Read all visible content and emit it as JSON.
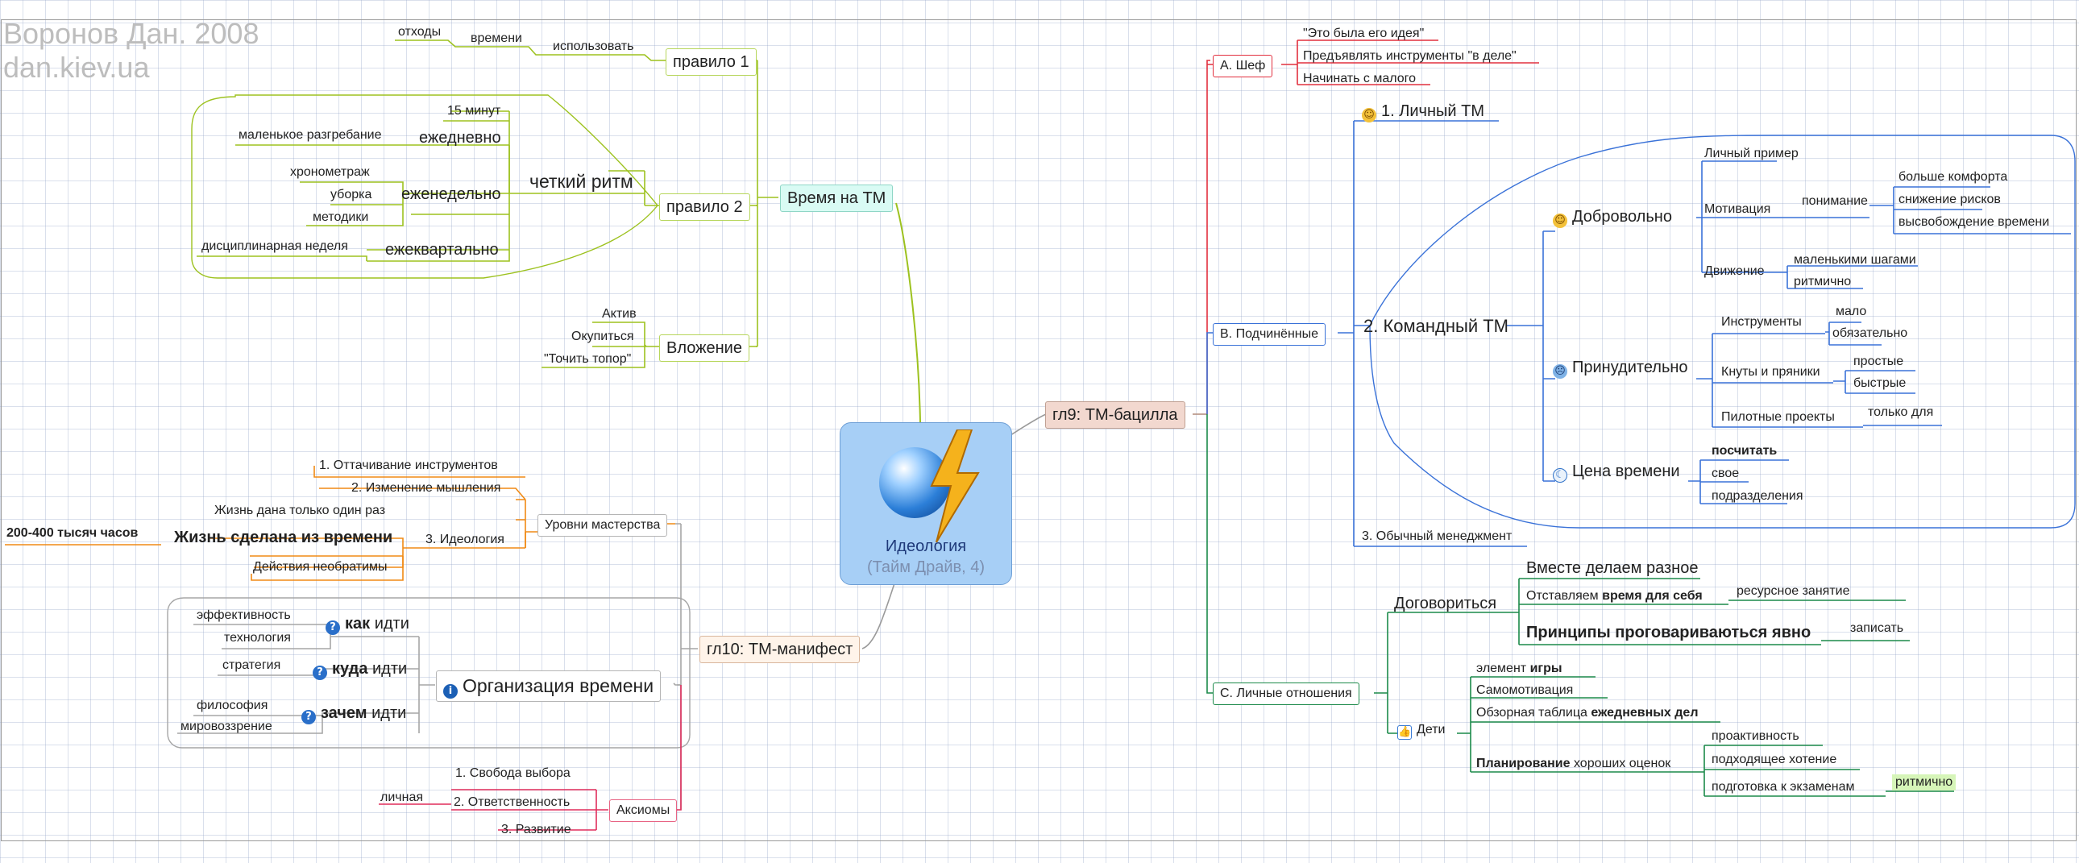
{
  "watermark": {
    "author": "Воронов Дан. 2008",
    "site": "dan.kiev.ua"
  },
  "colors": {
    "green": "#9dc21f",
    "red": "#e2303f",
    "blue": "#3a72d8",
    "teal": "#1c8a4a",
    "orange": "#f08a15",
    "pink": "#e02d5c",
    "gray": "#a6a6a6",
    "brown": "#b08a7a"
  },
  "center": {
    "title": "Идеология",
    "subtitle": "(Тайм Драйв, 4)",
    "icon": "globe-lightning-icon"
  },
  "time_branch": {
    "label": "Время на ТМ",
    "rule1": {
      "label": "правило 1",
      "use": "использовать",
      "time": "времени",
      "waste": "отходы"
    },
    "rule2": {
      "label": "правило 2",
      "rhythm": "четкий ритм",
      "daily": {
        "label": "ежедневно",
        "items": [
          "15 минут",
          "маленькое разгребание"
        ]
      },
      "weekly": {
        "label": "еженедельно",
        "items": [
          "хронометраж",
          "уборка",
          "методики"
        ]
      },
      "quarterly": {
        "label": "ежеквартально",
        "items": [
          "дисциплинарная неделя"
        ]
      }
    },
    "investment": {
      "label": "Вложение",
      "items": [
        "Актив",
        "Окупиться",
        "\"Точить топор\""
      ]
    }
  },
  "manifest_branch": {
    "label": "гл10: ТМ-манифест",
    "levels": {
      "label": "Уровни мастерства",
      "items": [
        "1. Оттачивание инструментов",
        "2. Изменение мышления",
        "3. Идеология"
      ],
      "ideology": {
        "life_once": "Жизнь дана только один раз",
        "life_time": "Жизнь сделана из времени",
        "hours": "200-400 тысяч часов",
        "irreversible": "Действия необратимы"
      }
    },
    "org": {
      "label": "Организация времени",
      "how": {
        "bold": "как",
        "rest": " идти",
        "items": [
          "эффективность",
          "технология"
        ]
      },
      "where": {
        "bold": "куда",
        "rest": " идти",
        "items": [
          "стратегия"
        ]
      },
      "why": {
        "bold": "зачем",
        "rest": " идти",
        "items": [
          "философия",
          "мировоззрение"
        ]
      }
    },
    "axioms": {
      "label": "Аксиомы",
      "items": [
        "1. Свобода выбора",
        "2. Ответственность",
        "3. Развитие"
      ],
      "personal": "личная"
    }
  },
  "bacilla_branch": {
    "label": "гл9: ТМ-бацилла",
    "chef": {
      "label": "A. Шеф",
      "items": [
        "\"Это была его идея\"",
        "Предъявлять инструменты \"в деле\"",
        "Начинать с малого"
      ]
    },
    "sub": {
      "label": "B. Подчинённые",
      "personal_tm": "1. Личный ТМ",
      "team_tm": "2. Командный ТМ",
      "usual": "3. Обычный менеджмент",
      "voluntary": {
        "label": "Добровольно",
        "example": "Личный пример",
        "motivation": "Мотивация",
        "understanding": "понимание",
        "understanding_items": [
          "больше комфорта",
          "снижение рисков",
          "высвобождение времени"
        ],
        "movement": "Движение",
        "movement_items": [
          "маленькими шагами",
          "ритмично"
        ]
      },
      "forced": {
        "label": "Принудительно",
        "tools": "Инструменты",
        "tools_items": [
          "мало",
          "обязательно"
        ],
        "whip": "Кнуты и пряники",
        "whip_items": [
          "простые",
          "быстрые"
        ],
        "pilots": "Пилотные проекты",
        "pilots_item": "только для"
      },
      "price": {
        "label": "Цена времени",
        "items": [
          "посчитать",
          "свое",
          "подразделения"
        ]
      }
    },
    "relations": {
      "label": "C. Личные отношения",
      "agree": {
        "label": "Договориться",
        "together": "Вместе делаем разное",
        "reserve_a": "Отставляем ",
        "reserve_b": "время для себя",
        "resource": "ресурсное занятие",
        "principles": "Принципы проговариваються явно",
        "write": "записать"
      },
      "kids": {
        "label": "Дети",
        "game_a": "элемент ",
        "game_b": "игры",
        "self_motivation": "Самомотивация",
        "overview_a": "Обзорная таблица ",
        "overview_b": "ежедневных дел",
        "planning_a": "Планирование",
        "planning_b": " хороших оценок",
        "planning_items": [
          "проактивность",
          "подходящее хотение",
          "подготовка к экзаменам"
        ],
        "rhythmic": "ритмично"
      }
    }
  }
}
